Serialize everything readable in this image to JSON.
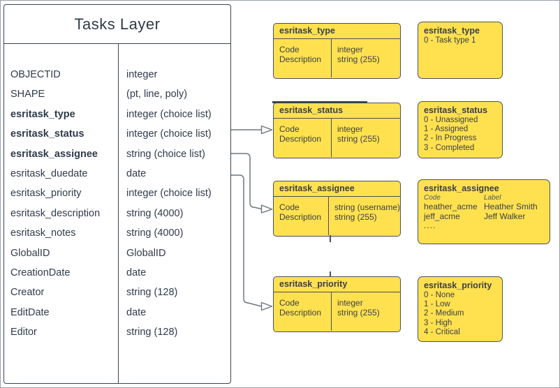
{
  "colors": {
    "yellow_fill": "#FFE14F",
    "box_border": "#4A4F55",
    "line_dark": "#39434F",
    "text_dark": "#2F3B4A",
    "text_box": "#3A3F45",
    "connector": "#6E7680",
    "page_bg": "#FFFFFF"
  },
  "tasks_table": {
    "title": "Tasks Layer",
    "rows": [
      {
        "name": "OBJECTID",
        "type": "integer",
        "bold": false
      },
      {
        "name": "SHAPE",
        "type": "(pt, line, poly)",
        "bold": false
      },
      {
        "name": "esritask_type",
        "type": "integer (choice list)",
        "bold": true
      },
      {
        "name": "esritask_status",
        "type": "integer (choice list)",
        "bold": true
      },
      {
        "name": "esritask_assignee",
        "type": "string (choice list)",
        "bold": true
      },
      {
        "name": "esritask_duedate",
        "type": "date",
        "bold": false
      },
      {
        "name": "esritask_priority",
        "type": "integer (choice list)",
        "bold": false
      },
      {
        "name": "esritask_description",
        "type": "string (4000)",
        "bold": false
      },
      {
        "name": "esritask_notes",
        "type": "string (4000)",
        "bold": false
      },
      {
        "name": "GlobalID",
        "type": "GlobalID",
        "bold": false
      },
      {
        "name": "CreationDate",
        "type": "date",
        "bold": false
      },
      {
        "name": "Creator",
        "type": "string (128)",
        "bold": false
      },
      {
        "name": "EditDate",
        "type": "date",
        "bold": false
      },
      {
        "name": "Editor",
        "type": "string (128)",
        "bold": false
      }
    ]
  },
  "domain_tables": [
    {
      "id": "type",
      "title": "esritask_type",
      "field_names": [
        "Code",
        "Description"
      ],
      "field_types": [
        "integer",
        "string (255)"
      ]
    },
    {
      "id": "status",
      "title": "esritask_status",
      "field_names": [
        "Code",
        "Description"
      ],
      "field_types": [
        "integer",
        "string (255)"
      ]
    },
    {
      "id": "assignee",
      "title": "esritask_assignee",
      "field_names": [
        "Code",
        "Description"
      ],
      "field_types": [
        "string (username)",
        "string (255)"
      ]
    },
    {
      "id": "priority",
      "title": "esritask_priority",
      "field_names": [
        "Code",
        "Description"
      ],
      "field_types": [
        "integer",
        "string (255)"
      ]
    }
  ],
  "value_boxes": [
    {
      "id": "type",
      "title": "esritask_type",
      "lines": [
        "0 - Task type 1"
      ]
    },
    {
      "id": "status",
      "title": "esritask_status",
      "lines": [
        "0 - Unassigned",
        "1 - Assigned",
        "2 - In Progress",
        "3 - Completed"
      ]
    },
    {
      "id": "assignee",
      "title": "esritask_assignee",
      "columns": {
        "code_header": "Code",
        "label_header": "Label",
        "entries": [
          {
            "code": "heather_acme",
            "label": "Heather Smith"
          },
          {
            "code": "jeff_acme",
            "label": "Jeff Walker"
          }
        ],
        "more": "...."
      }
    },
    {
      "id": "priority",
      "title": "esritask_priority",
      "lines": [
        "0 - None",
        "1 - Low",
        "2 - Medium",
        "3 - High",
        "4 - Critical"
      ]
    }
  ],
  "relationships": [
    {
      "from_field": "esritask_status",
      "to_table": "esritask_status"
    },
    {
      "from_field": "esritask_assignee",
      "to_table": "esritask_assignee"
    },
    {
      "from_field": "esritask_priority",
      "to_table": "esritask_priority"
    }
  ]
}
